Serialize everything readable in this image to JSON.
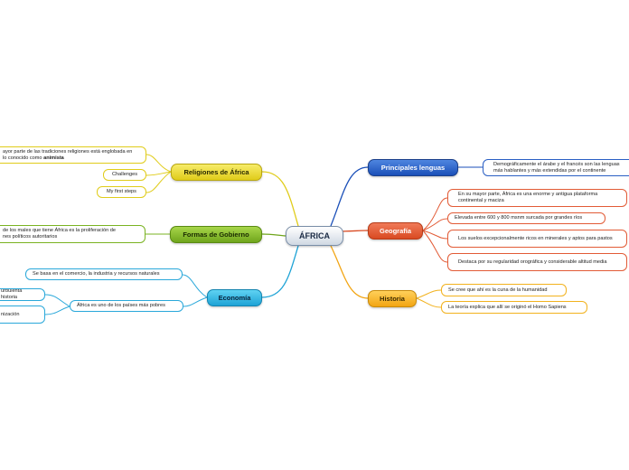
{
  "root": {
    "label": "ÁFRICA"
  },
  "branches": {
    "lenguas": {
      "label": "Principales lenguas",
      "color": "#1a4fb8"
    },
    "geografia": {
      "label": "Geografía",
      "color": "#d94a22"
    },
    "historia": {
      "label": "Historia",
      "color": "#f2a514"
    },
    "religiones": {
      "label": "Religiones de África",
      "color": "#e0cc1a"
    },
    "gobierno": {
      "label": "Formas de Gobierno",
      "color": "#6fa51c"
    },
    "economia": {
      "label": "Economía",
      "color": "#1ea3d6"
    }
  },
  "leaves": {
    "lenguas_1": "Demográficamente el árabe y el francés son las lenguas más hablantes y más extendidas por el continente",
    "geo_1": "En su mayor parte, África es una enorme y antigua plataforma continental y maciza",
    "geo_2": "Elevada entre 600 y 800 msnm surcada por grandes ríos",
    "geo_3": "Los suelos excepcionalmente ricos en minerales y aptos para pastos",
    "geo_4": "Destaca por su regularidad orográfica y considerable altitud media",
    "hist_1": "Se cree que ahí es la cuna de la humanidad",
    "hist_2": "La teoría explica que allí se originó el Homo Sapiens",
    "rel_1_pre": "ayor parte de las tradiciones religiones está englobada en",
    "rel_1_mid": "lo conocido como ",
    "rel_1_bold": "animista",
    "rel_2": "Challenges",
    "rel_3": "My first steps",
    "gob_1": "de los males que tiene África es la proliferación de",
    "gob_1b": "nes políticos autoritarios",
    "eco_1": "Se basa en el comercio, la industria y recursos naturales",
    "eco_2": "África es uno de los países más pobres",
    "eco_3": "urbulenta historia",
    "eco_4": "nización"
  }
}
